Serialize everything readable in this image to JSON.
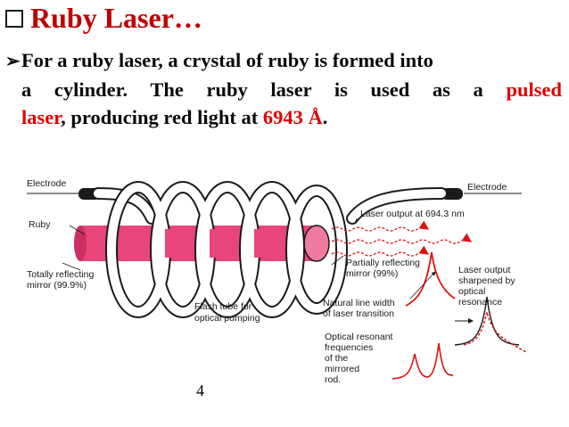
{
  "slide": {
    "title": "Ruby Laser…",
    "bullet": {
      "line1": "For a ruby laser, a crystal of ruby is formed into",
      "line2": "a cylinder. The ruby laser is used as a",
      "line2_red": "pulsed",
      "line3_red": "laser",
      "line3": ", producing red light at",
      "line3_value": "6943 Å",
      "line3_end": "."
    },
    "page_number": "4"
  },
  "diagram": {
    "labels": {
      "electrode_left": "Electrode",
      "electrode_right": "Electrode",
      "ruby": "Ruby",
      "totally_reflecting_1": "Totally reflecting",
      "totally_reflecting_2": "mirror (99.9%)",
      "flash_tube_1": "Flash tube for",
      "flash_tube_2": "optical pumping",
      "laser_output_wavelength": "Laser output at 694.3 nm",
      "partially_reflecting_1": "Partially reflecting",
      "partially_reflecting_2": "mirror (99%)",
      "laser_output_1": "Laser output",
      "laser_output_2": "sharpened by",
      "laser_output_3": "optical",
      "laser_output_4": "resonance",
      "natural_line_1": "Natural line width",
      "natural_line_2": "of laser transition",
      "optical_resonant_1": "Optical resonant",
      "optical_resonant_2": "frequencies",
      "optical_resonant_3": "of the",
      "optical_resonant_4": "mirrored",
      "optical_resonant_5": "rod."
    },
    "colors": {
      "ruby": "#e8457a",
      "ruby_end": "#f07aa0",
      "laser": "#e01010",
      "tube_outline": "#1a1a1a"
    }
  }
}
